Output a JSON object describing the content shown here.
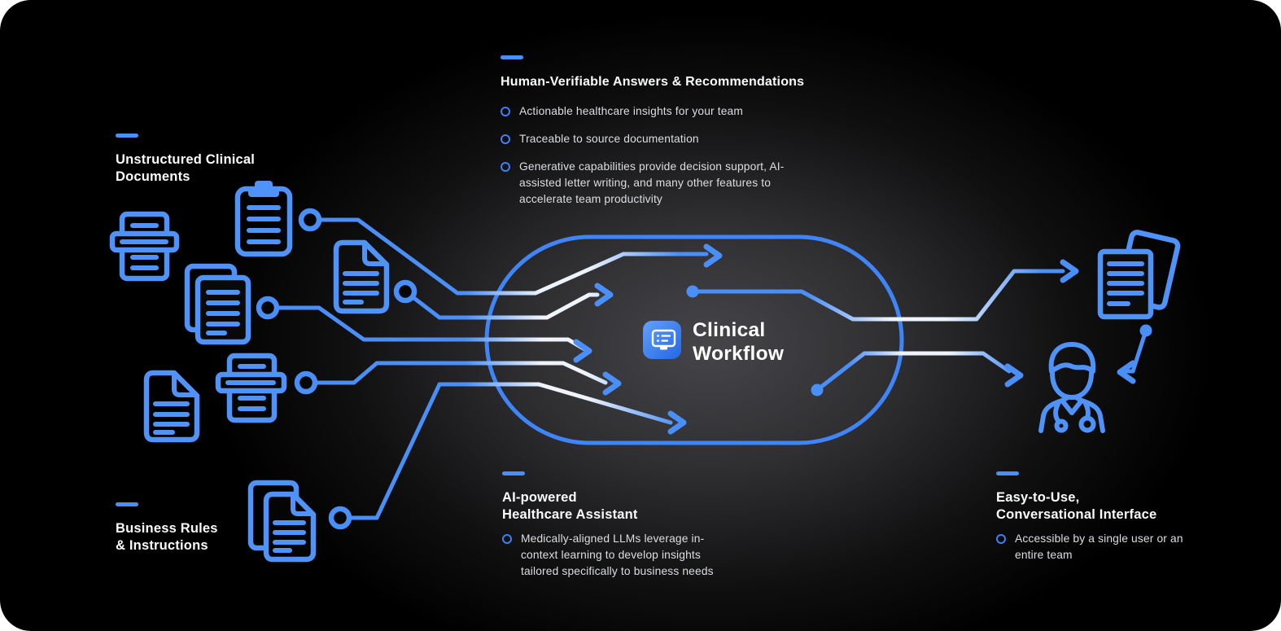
{
  "colors": {
    "background": "#000000",
    "accent_blue": "#4a8ef7",
    "bullet_blue": "#3b82f6",
    "text_white": "#fafbfc",
    "text_gray": "#dcdee2",
    "center_icon_gradient_start": "#62a1f8",
    "center_icon_gradient_end": "#2467e4"
  },
  "sections": {
    "top": {
      "title": "Human-Verifiable Answers & Recommendations",
      "bullets": [
        "Actionable healthcare insights for your team",
        "Traceable to source documentation",
        "Generative capabilities provide decision support, AI-assisted letter writing, and many other features to accelerate team productivity"
      ]
    },
    "left": {
      "title_line1": "Unstructured Clinical",
      "title_line2": "Documents"
    },
    "bottom_left": {
      "title_line1": "Business Rules",
      "title_line2": "& Instructions"
    },
    "bottom_center": {
      "title_line1": "AI-powered",
      "title_line2": "Healthcare Assistant",
      "bullets": [
        "Medically-aligned LLMs leverage in-context learning to develop insights tailored specifically to business needs"
      ]
    },
    "bottom_right": {
      "title_line1": "Easy-to-Use,",
      "title_line2": "Conversational Interface",
      "bullets": [
        "Accessible by a single user or an entire team"
      ]
    }
  },
  "center": {
    "title_line1": "Clinical",
    "title_line2": "Workflow",
    "icon": "workflow-monitor-icon"
  },
  "icons": [
    "printer-icon",
    "clipboard-icon",
    "stacked-documents-icon",
    "document-icon",
    "printer-icon-2",
    "document-icon-2",
    "stacked-documents-icon-2",
    "output-documents-icon",
    "doctor-icon"
  ]
}
